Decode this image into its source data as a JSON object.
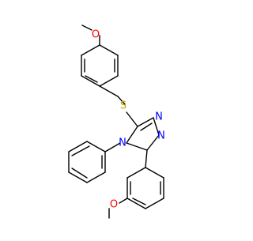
{
  "molecule": {
    "atoms": {
      "O_top": "O",
      "S": "S",
      "N_ring": "N",
      "N_right_top": "N",
      "N_right_bottom": "N",
      "O_bottom": "O"
    },
    "colors": {
      "bond": "#000000",
      "O": "#ff0000",
      "N": "#0000ff",
      "S": "#ccaa00"
    }
  }
}
